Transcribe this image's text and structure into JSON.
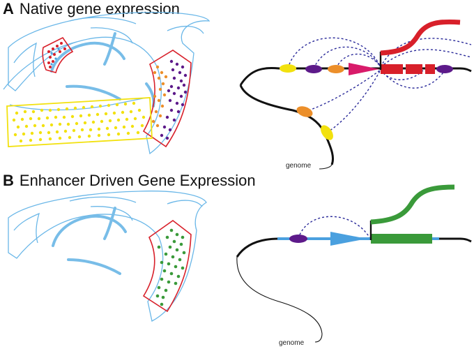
{
  "panels": {
    "a": {
      "letter": "A",
      "title": "Native gene expression",
      "genome_label": "genome"
    },
    "b": {
      "letter": "B",
      "title": "Enhancer Driven Gene Expression",
      "genome_label": "genome"
    }
  },
  "colors": {
    "outline": "#6ab7e8",
    "outline_thick": "#78bde8",
    "red": "#d8202a",
    "yellow": "#f2e10e",
    "orange": "#ec8f2a",
    "purple": "#5d1a8a",
    "magenta": "#d81b6a",
    "green": "#3a9a3a",
    "blue": "#4aa0df",
    "dash": "#2b2b9a",
    "genome": "#111111"
  }
}
